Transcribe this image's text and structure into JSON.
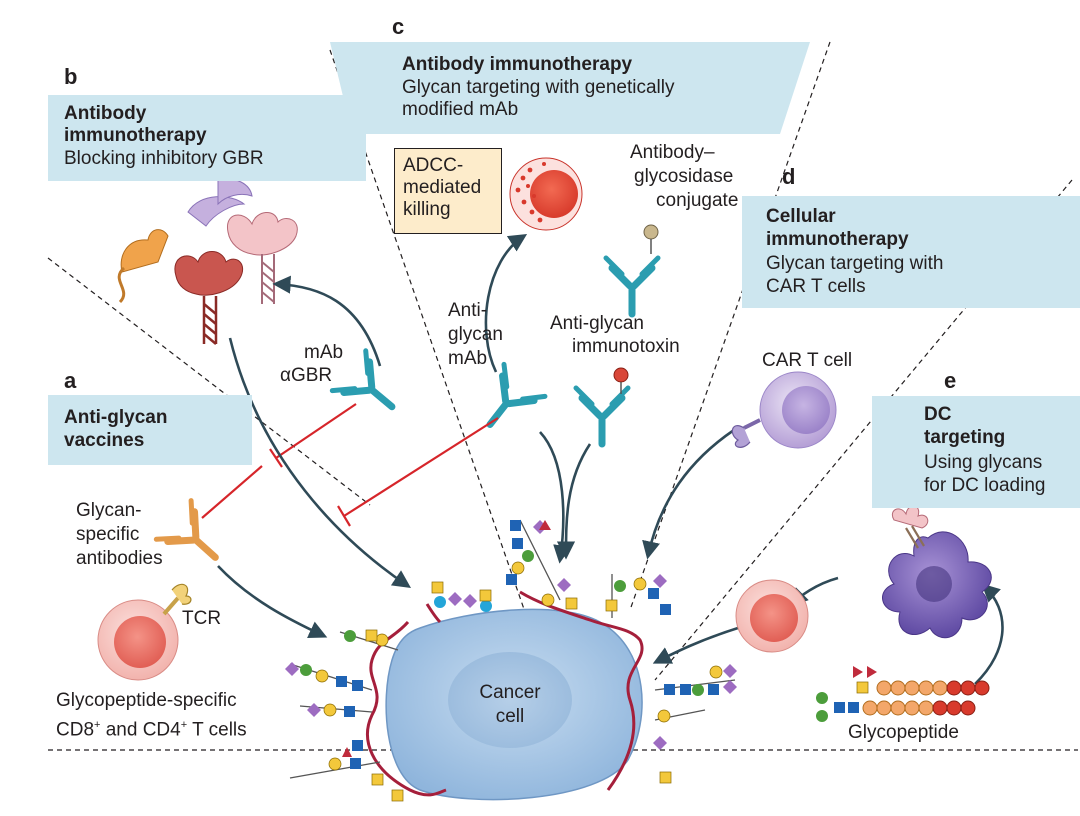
{
  "panels": {
    "a": {
      "letter": "a",
      "title": "Anti-glycan",
      "title2": "vaccines"
    },
    "b": {
      "letter": "b",
      "title": "Antibody",
      "title2": "immunotherapy",
      "subtitle": "Blocking inhibitory GBR"
    },
    "c": {
      "letter": "c",
      "title": "Antibody immunotherapy",
      "subtitle": "Glycan targeting with genetically",
      "subtitle2": "modified mAb"
    },
    "d": {
      "letter": "d",
      "title": "Cellular",
      "title2": "immunotherapy",
      "subtitle": "Glycan targeting with",
      "subtitle2": "CAR T cells"
    },
    "e": {
      "letter": "e",
      "title": "DC",
      "title2": "targeting",
      "subtitle": "Using glycans",
      "subtitle2": "for DC loading"
    }
  },
  "labels": {
    "adcc1": "ADCC-",
    "adcc2": "mediated",
    "adcc3": "killing",
    "conj1": "Antibody–",
    "conj2": "glycosidase",
    "conj3": "conjugate",
    "mab1": "mAb",
    "mab2": "αGBR",
    "antiglycan1": "Anti-",
    "antiglycan2": "glycan",
    "antiglycan3": "mAb",
    "immunotoxin1": "Anti-glycan",
    "immunotoxin2": "immunotoxin",
    "cart": "CAR T cell",
    "glycanspec1": "Glycan-",
    "glycanspec2": "specific",
    "glycanspec3": "antibodies",
    "tcr": "TCR",
    "tcells1": "Glycopeptide-specific",
    "tcells2a": "CD8",
    "tcells2b": " and CD4",
    "tcells2c": " T cells",
    "plus": "+",
    "cancer1": "Cancer",
    "cancer2": "cell",
    "glycopeptide": "Glycopeptide"
  },
  "colors": {
    "panel_bg": "#cde6ef",
    "adcc_bg": "#fdeccb",
    "antibody": "#2b9db0",
    "antibody_orange": "#e39a4a",
    "inhibit_red": "#d6252a",
    "arrow": "#2f4a57",
    "cancer_cell": "#a9c8e6",
    "membrane": "#a51f3b"
  }
}
